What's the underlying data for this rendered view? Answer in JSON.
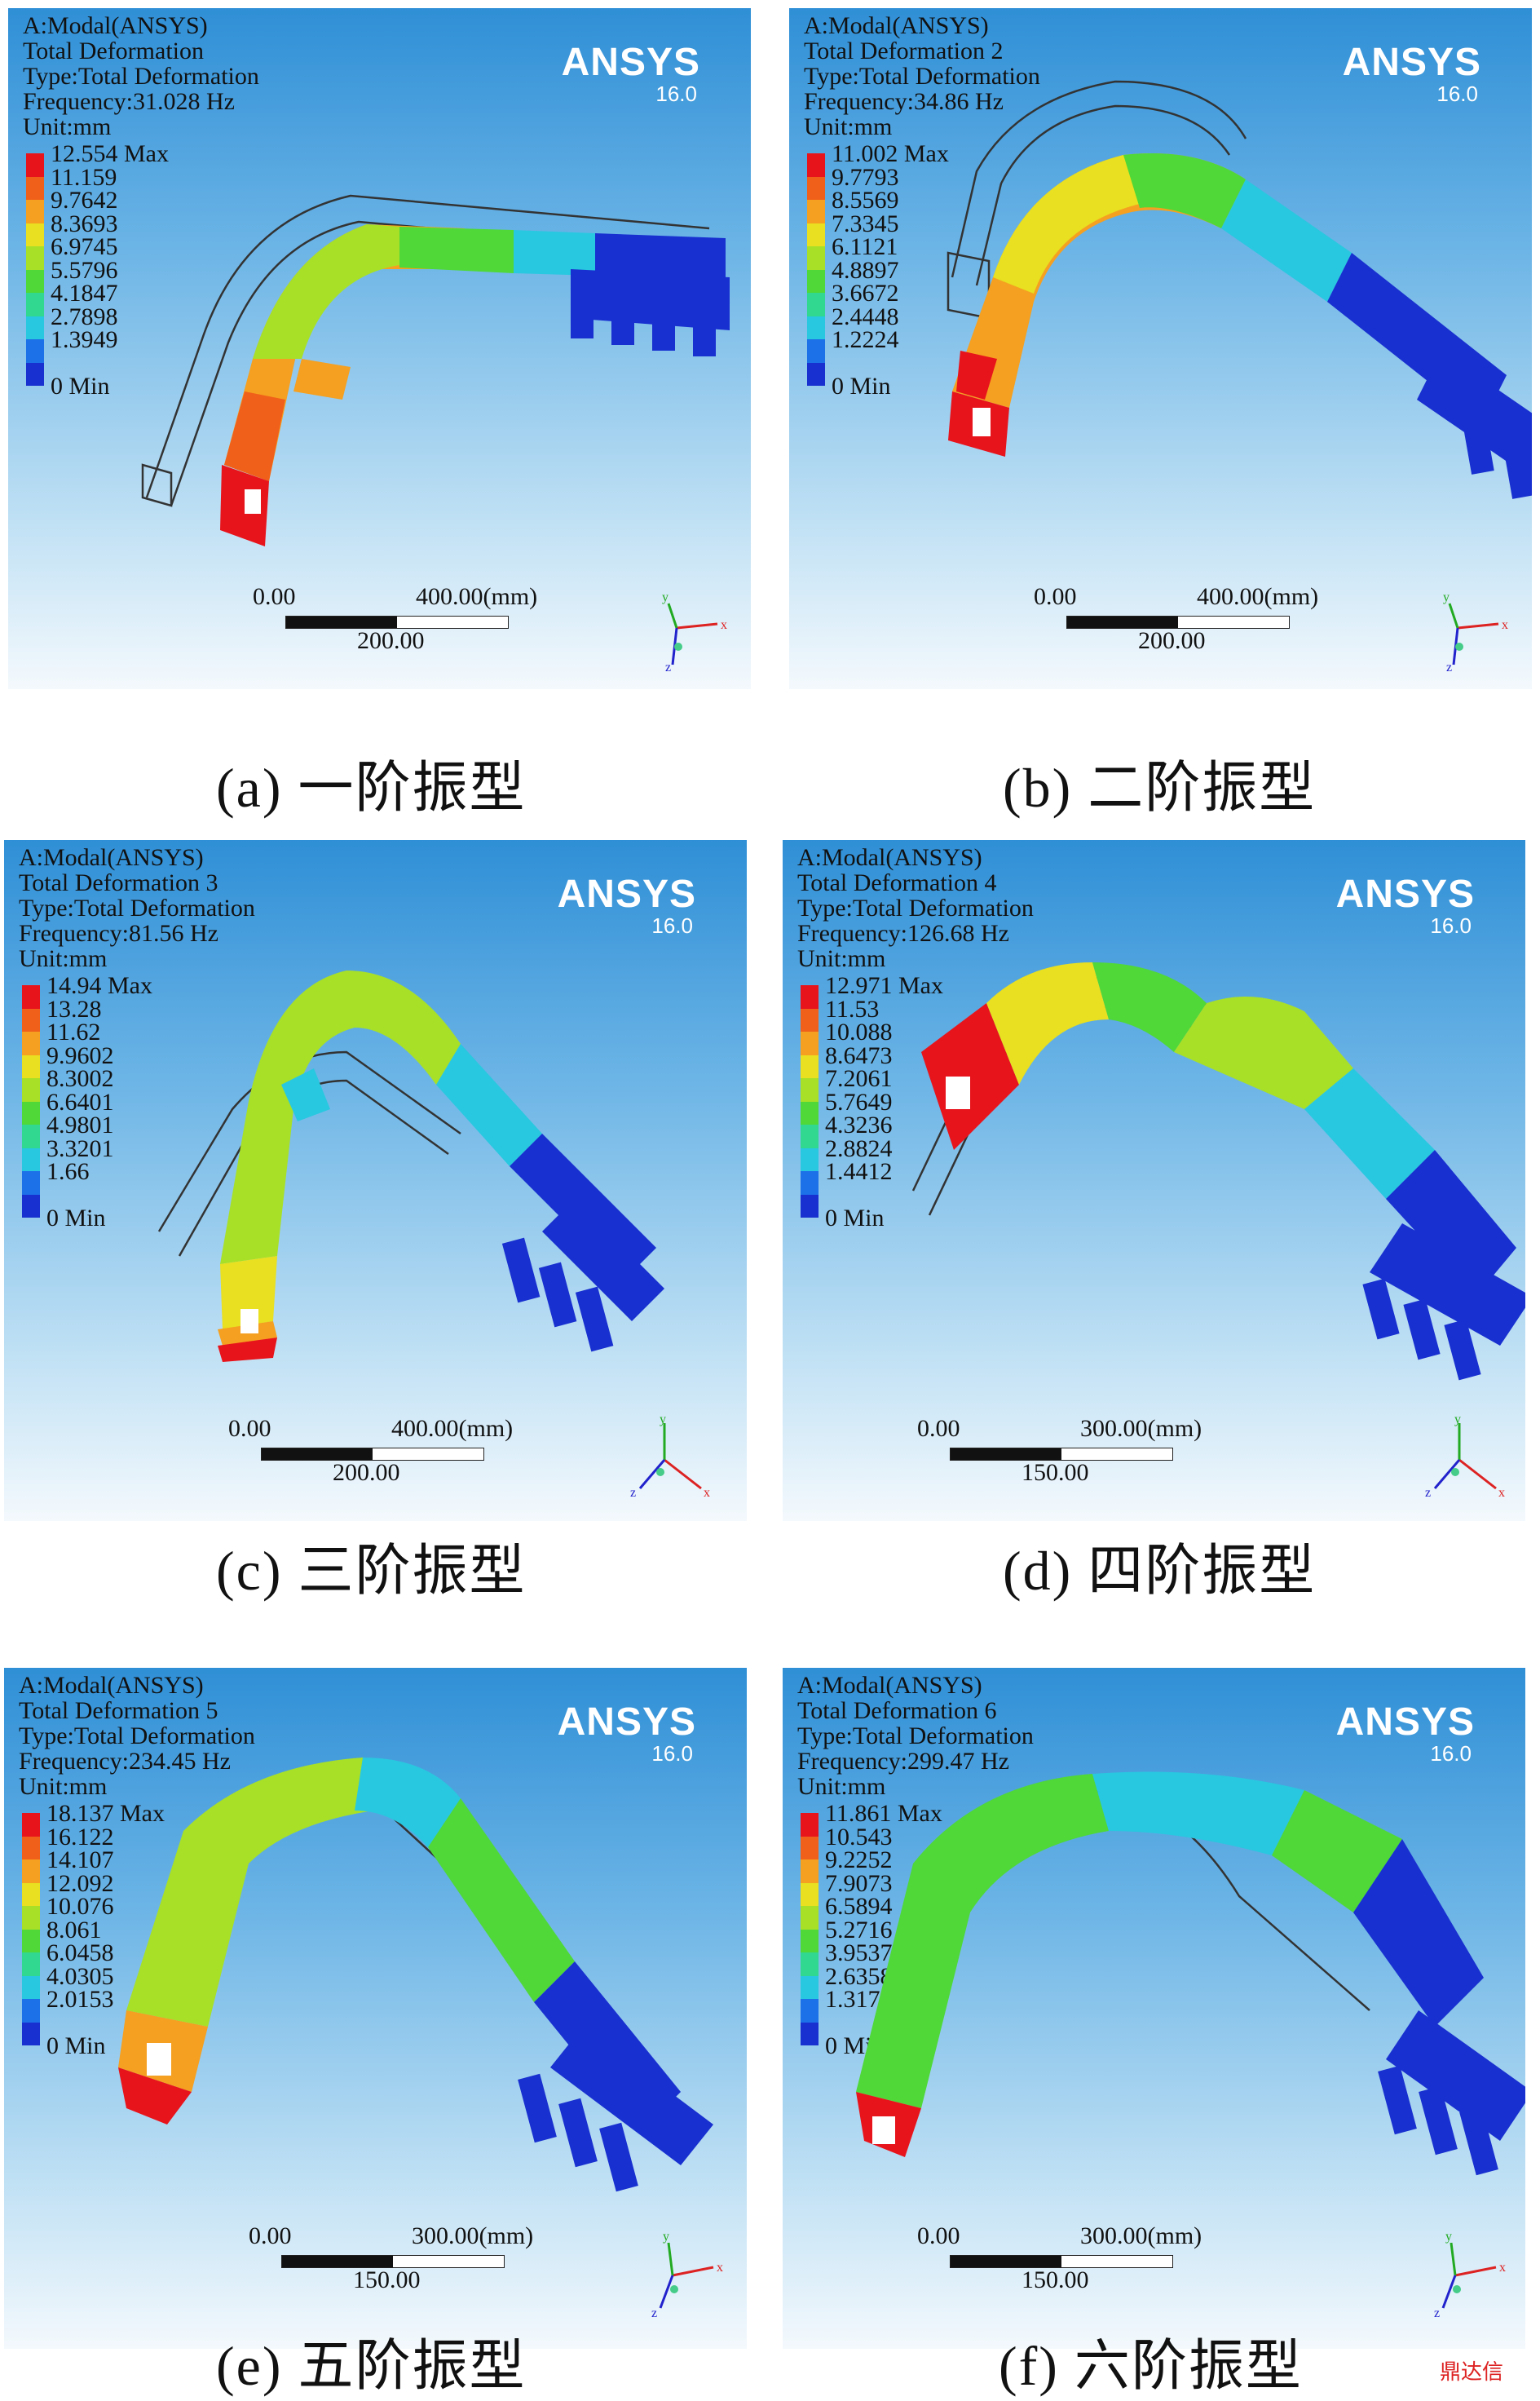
{
  "brand": "ANSYS",
  "version": "16.0",
  "panels": [
    {
      "id": "a",
      "header": [
        "A:Modal(ANSYS)",
        "Total Deformation",
        "Type:Total Deformation",
        "Frequency:31.028 Hz",
        "Unit:mm"
      ],
      "legend": [
        "12.554 Max",
        "11.159",
        "9.7642",
        "8.3693",
        "6.9745",
        "5.5796",
        "4.1847",
        "2.7898",
        "1.3949",
        "0 Min"
      ],
      "scale": {
        "start": "0.00",
        "end": "400.00(mm)",
        "mid": "200.00"
      },
      "caption": "(a) 一阶振型"
    },
    {
      "id": "b",
      "header": [
        "A:Modal(ANSYS)",
        "Total Deformation 2",
        "Type:Total Deformation",
        "Frequency:34.86 Hz",
        "Unit:mm"
      ],
      "legend": [
        "11.002 Max",
        "9.7793",
        "8.5569",
        "7.3345",
        "6.1121",
        "4.8897",
        "3.6672",
        "2.4448",
        "1.2224",
        "0 Min"
      ],
      "scale": {
        "start": "0.00",
        "end": "400.00(mm)",
        "mid": "200.00"
      },
      "caption": "(b) 二阶振型"
    },
    {
      "id": "c",
      "header": [
        "A:Modal(ANSYS)",
        "Total Deformation 3",
        "Type:Total Deformation",
        "Frequency:81.56 Hz",
        "Unit:mm"
      ],
      "legend": [
        "14.94 Max",
        "13.28",
        "11.62",
        "9.9602",
        "8.3002",
        "6.6401",
        "4.9801",
        "3.3201",
        "1.66",
        "0 Min"
      ],
      "scale": {
        "start": "0.00",
        "end": "400.00(mm)",
        "mid": "200.00"
      },
      "caption": "(c) 三阶振型"
    },
    {
      "id": "d",
      "header": [
        "A:Modal(ANSYS)",
        "Total Deformation 4",
        "Type:Total Deformation",
        "Frequency:126.68 Hz",
        "Unit:mm"
      ],
      "legend": [
        "12.971 Max",
        "11.53",
        "10.088",
        "8.6473",
        "7.2061",
        "5.7649",
        "4.3236",
        "2.8824",
        "1.4412",
        "0 Min"
      ],
      "scale": {
        "start": "0.00",
        "end": "300.00(mm)",
        "mid": "150.00"
      },
      "caption": "(d) 四阶振型"
    },
    {
      "id": "e",
      "header": [
        "A:Modal(ANSYS)",
        "Total Deformation 5",
        "Type:Total Deformation",
        "Frequency:234.45 Hz",
        "Unit:mm"
      ],
      "legend": [
        "18.137 Max",
        "16.122",
        "14.107",
        "12.092",
        "10.076",
        "8.061",
        "6.0458",
        "4.0305",
        "2.0153",
        "0 Min"
      ],
      "scale": {
        "start": "0.00",
        "end": "300.00(mm)",
        "mid": "150.00"
      },
      "caption": "(e) 五阶振型"
    },
    {
      "id": "f",
      "header": [
        "A:Modal(ANSYS)",
        "Total Deformation 6",
        "Type:Total Deformation",
        "Frequency:299.47 Hz",
        "Unit:mm"
      ],
      "legend": [
        "11.861 Max",
        "10.543",
        "9.2252",
        "7.9073",
        "6.5894",
        "5.2716",
        "3.9537",
        "2.6358",
        "1.3179",
        "0 Min"
      ],
      "scale": {
        "start": "0.00",
        "end": "300.00(mm)",
        "mid": "150.00"
      },
      "caption": "(f) 六阶振型"
    }
  ],
  "legend_colors": [
    "#e8141c",
    "#f0601a",
    "#f5a020",
    "#e8e020",
    "#a8e028",
    "#50d838",
    "#30d890",
    "#28c8e0",
    "#1c70e8",
    "#1830d0"
  ],
  "triad_axes": {
    "x": "x",
    "y": "y",
    "z": "z"
  },
  "watermark": "鼎达信"
}
